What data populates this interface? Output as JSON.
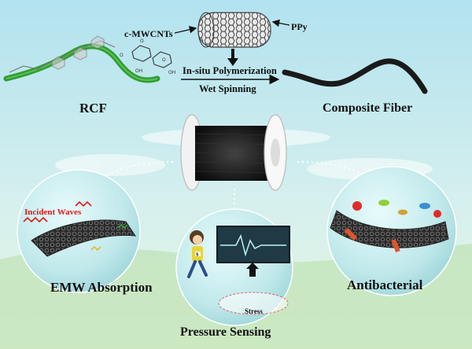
{
  "labels": {
    "cmwcnts": "c-MWCNTs",
    "ppy": "PPy",
    "insitu": "In-situ Polymerization",
    "wet": "Wet Spinning",
    "rcf": "RCF",
    "composite": "Composite Fiber",
    "emw": "EMW Absorption",
    "antibacterial": "Antibacterial",
    "pressure": "Pressure Sensing",
    "incident": "Incident Waves",
    "stress": "Stress",
    "bib_number": "5"
  },
  "colors": {
    "sky_top": "#b9e6f2",
    "sky_bottom": "#e9f7ee",
    "grass": "#7ec87a",
    "rcf_fiber": "#2f9e2f",
    "composite_fiber": "#1a1a1a",
    "bubble": "#cdeef0",
    "incident_red": "#e01b1b"
  }
}
